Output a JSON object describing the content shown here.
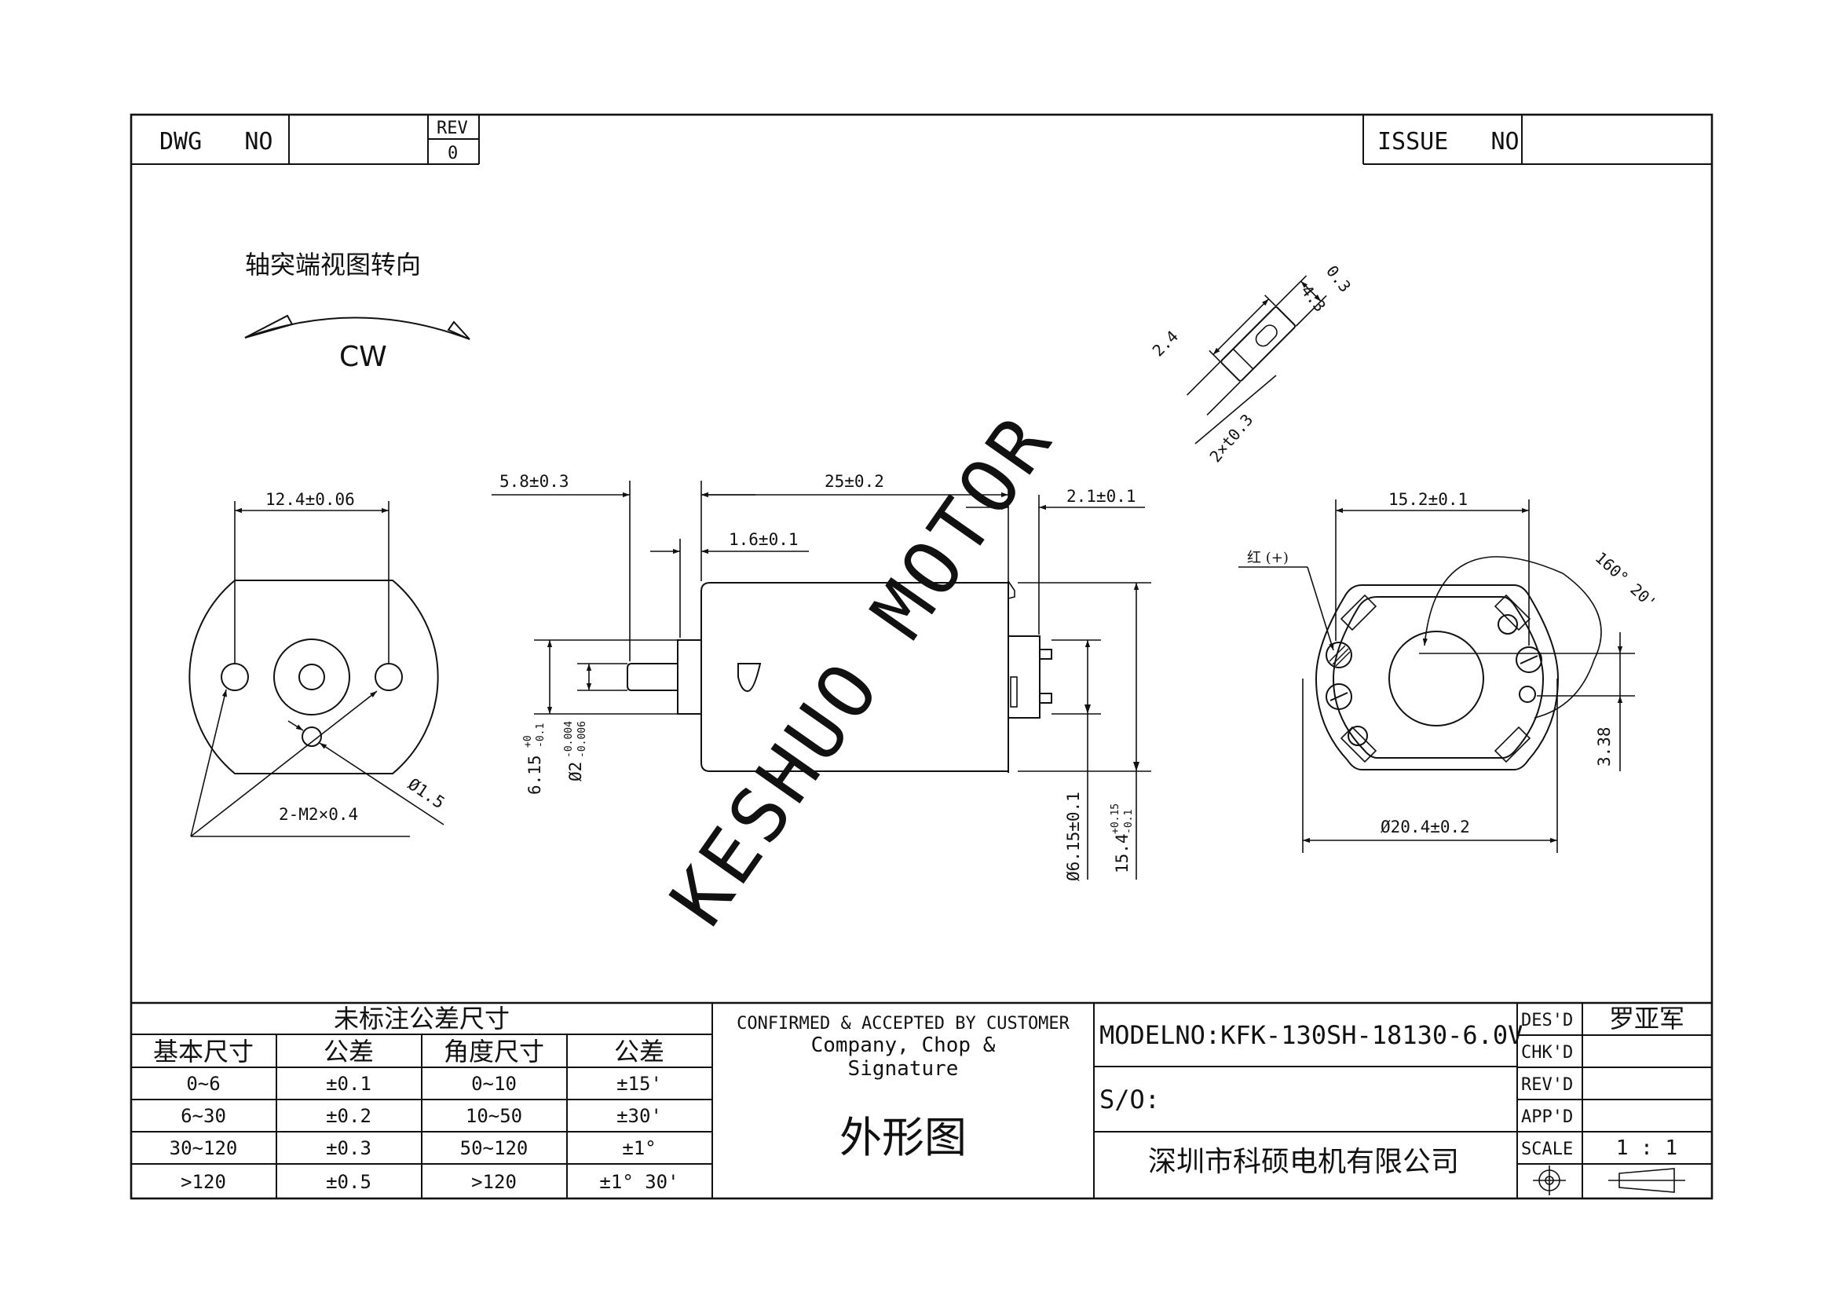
{
  "header": {
    "dwg_no_label": "DWG   NO",
    "dwg_no_value": "",
    "rev_label": "REV",
    "rev_value": "0",
    "issue_no_label": "ISSUE   NO",
    "issue_no_value": ""
  },
  "rotation": {
    "title": "轴突端视图转向",
    "direction": "CW"
  },
  "watermark": "KESHUO MOTOR",
  "dims": {
    "front_hole_span": "12.4±0.06",
    "front_thread": "2-M2×0.4",
    "front_vent": "Ø1.5",
    "side_shaft_len": "5.8±0.3",
    "side_body_len": "25±0.2",
    "side_terminal_len": "2.1±0.1",
    "side_boss_len": "1.6±0.1",
    "side_boss_dia": "6.15",
    "side_boss_dia_tol_upper": "+0",
    "side_boss_dia_tol_lower": "-0.1",
    "side_shaft_dia": "Ø2",
    "side_shaft_dia_tol_upper": "-0.004",
    "side_shaft_dia_tol_lower": "-0.006",
    "side_boss_dia_right": "Ø6.15±0.1",
    "side_body_height": "15.4",
    "side_body_height_tol_upper": "+0.15",
    "side_body_height_tol_lower": "-0.1",
    "term_thick": "0.3",
    "term_len": "4.3",
    "term_width": "2.4",
    "term_hole": "2×t0.3",
    "rear_span": "15.2±0.1",
    "rear_red": "红 (+)",
    "rear_angle": "160° 20'",
    "rear_offset": "3.38",
    "rear_dia": "Ø20.4±0.2"
  },
  "tolerance_table": {
    "title": "未标注公差尺寸",
    "headers": [
      "基本尺寸",
      "公差",
      "角度尺寸",
      "公差"
    ],
    "rows": [
      [
        "0~6",
        "±0.1",
        "0~10",
        "±15'"
      ],
      [
        "6~30",
        "±0.2",
        "10~50",
        "±30'"
      ],
      [
        "30~120",
        "±0.3",
        "50~120",
        "±1°"
      ],
      [
        ">120",
        "±0.5",
        ">120",
        "±1° 30'"
      ]
    ]
  },
  "customer": {
    "confirm": "CONFIRMED & ACCEPTED BY CUSTOMER",
    "line1": "Company, Chop &",
    "line2": "Signature",
    "drawing_name": "外形图"
  },
  "model": {
    "model_no": "MODELNO:KFK-130SH-18130-6.0V",
    "so": "S/O:",
    "company": "深圳市科硕电机有限公司"
  },
  "signoff": {
    "des_label": "DES'D",
    "des_value": "罗亚军",
    "chk_label": "CHK'D",
    "chk_value": "",
    "rev_label": "REV'D",
    "rev_value": "",
    "app_label": "APP'D",
    "app_value": "",
    "scale_label": "SCALE",
    "scale_value": "1 : 1",
    "projection_symbol": "first-angle-projection-icon"
  }
}
